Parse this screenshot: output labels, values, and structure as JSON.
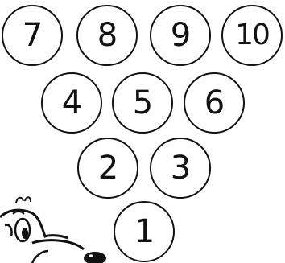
{
  "pins": {
    "p1": "1",
    "p2": "2",
    "p3": "3",
    "p4": "4",
    "p5": "5",
    "p6": "6",
    "p7": "7",
    "p8": "8",
    "p9": "9",
    "p10": "10"
  },
  "colors": {
    "ink": "#111111",
    "background": "#ffffff"
  },
  "decor": {
    "corner_character": "cartoon-character-peeking-icon"
  }
}
